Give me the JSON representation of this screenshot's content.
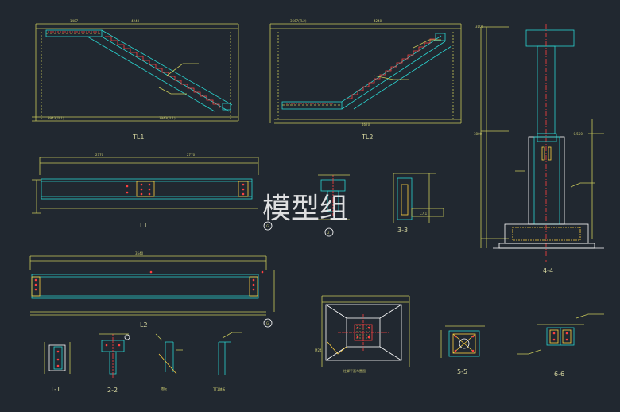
{
  "watermark": "模型组",
  "labels": {
    "tl1": "TL1",
    "tl2": "TL2",
    "l1": "L1",
    "l2": "L2",
    "sec11": "1-1",
    "sec22": "2-2",
    "sec33": "3-3",
    "sec44": "4-4",
    "sec55": "5-5",
    "sec66": "6-6",
    "circ2": "2",
    "gmark": "G",
    "detail_a": "踏板",
    "detail_b": "TT1踏板",
    "base_caption": "柱脚平面布置图",
    "anchor_note": "M24",
    "strip_label": "C7.1"
  },
  "colors": {
    "background": "#212830",
    "steel": "#2ad4d0",
    "dimension": "#c8c85a",
    "text": "#d8d8a0",
    "bolt": "#ff4040",
    "hatch": "#ffd040",
    "frame": "#ffffff"
  }
}
